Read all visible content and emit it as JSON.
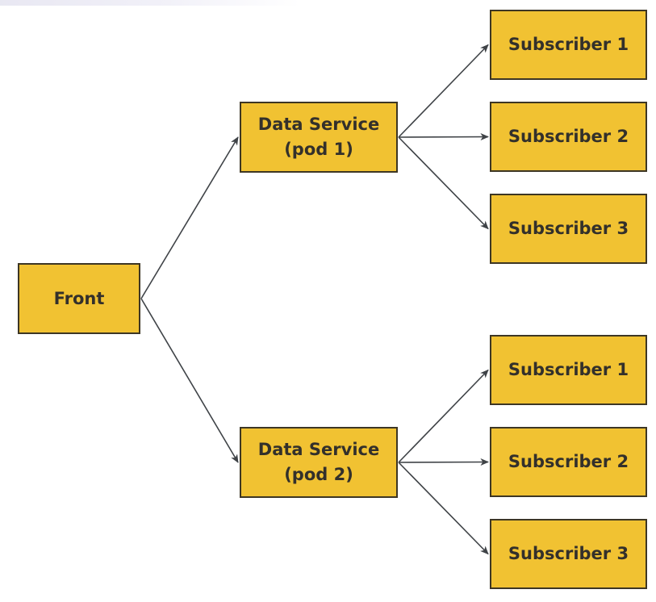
{
  "diagram": {
    "colors": {
      "background": "#FFFFFF",
      "node_fill": "#F1C232",
      "node_border": "#3D3624",
      "node_text": "#33302B",
      "arrow": "#3F4347"
    },
    "nodes": [
      {
        "id": "front",
        "lines": [
          "Front"
        ]
      },
      {
        "id": "pod1",
        "lines": [
          "Data Service",
          "(pod 1)"
        ]
      },
      {
        "id": "pod2",
        "lines": [
          "Data Service",
          "(pod 2)"
        ]
      },
      {
        "id": "sub1-top",
        "lines": [
          "Subscriber 1"
        ]
      },
      {
        "id": "sub2-top",
        "lines": [
          "Subscriber 2"
        ]
      },
      {
        "id": "sub3-top",
        "lines": [
          "Subscriber 3"
        ]
      },
      {
        "id": "sub1-bottom",
        "lines": [
          "Subscriber 1"
        ]
      },
      {
        "id": "sub2-bottom",
        "lines": [
          "Subscriber 2"
        ]
      },
      {
        "id": "sub3-bottom",
        "lines": [
          "Subscriber 3"
        ]
      }
    ],
    "edges": [
      {
        "from": "front",
        "to": "pod1"
      },
      {
        "from": "front",
        "to": "pod2"
      },
      {
        "from": "pod1",
        "to": "sub1-top"
      },
      {
        "from": "pod1",
        "to": "sub2-top"
      },
      {
        "from": "pod1",
        "to": "sub3-top"
      },
      {
        "from": "pod2",
        "to": "sub1-bottom"
      },
      {
        "from": "pod2",
        "to": "sub2-bottom"
      },
      {
        "from": "pod2",
        "to": "sub3-bottom"
      }
    ]
  }
}
